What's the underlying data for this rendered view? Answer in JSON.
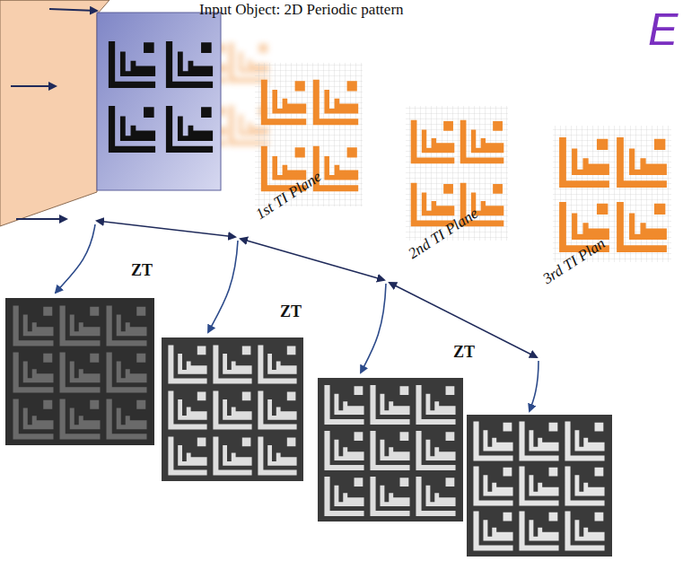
{
  "diagram": {
    "labels": [
      "Input Object: 2D Periodic pattern",
      "E",
      "1st TI Plane",
      "2nd TI Plane",
      "3rd TI Plan",
      "ZT",
      "ZT",
      "ZT"
    ]
  }
}
